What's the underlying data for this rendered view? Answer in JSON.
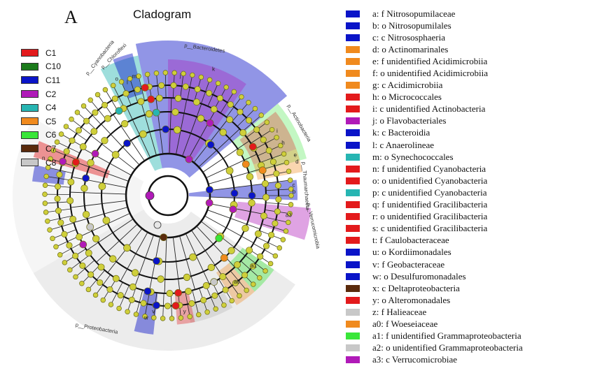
{
  "panel_letter": "A",
  "title": "Cladogram",
  "colors": {
    "C1": "#e31a1c",
    "C10": "#1a7a1a",
    "C11": "#0a14c8",
    "C2": "#b01ab8",
    "C4": "#27b5b2",
    "C5": "#f08a1e",
    "C6": "#39e639",
    "C7": "#5a2a0c",
    "C8": "#c8c8c8",
    "node": "#cfcf3a",
    "node_edge": "#6b6b1a"
  },
  "groups": [
    {
      "name": "C1",
      "key": "C1"
    },
    {
      "name": "C10",
      "key": "C10"
    },
    {
      "name": "C11",
      "key": "C11"
    },
    {
      "name": "C2",
      "key": "C2"
    },
    {
      "name": "C4",
      "key": "C4"
    },
    {
      "name": "C5",
      "key": "C5"
    },
    {
      "name": "C6",
      "key": "C6"
    },
    {
      "name": "C7",
      "key": "C7"
    },
    {
      "name": "C8",
      "key": "C8"
    }
  ],
  "taxa": [
    {
      "label": "a: f Nitrosopumilaceae",
      "key": "C11"
    },
    {
      "label": "b: o Nitrosopumilales",
      "key": "C11"
    },
    {
      "label": "c: c Nitrososphaeria",
      "key": "C11"
    },
    {
      "label": "d: o Actinomarinales",
      "key": "C5"
    },
    {
      "label": "e: f unidentified Acidimicrobiia",
      "key": "C5"
    },
    {
      "label": "f: o unidentified Acidimicrobiia",
      "key": "C5"
    },
    {
      "label": "g: c Acidimicrobiia",
      "key": "C5"
    },
    {
      "label": "h: o Micrococcales",
      "key": "C1"
    },
    {
      "label": "i: c unidentified Actinobacteria",
      "key": "C1"
    },
    {
      "label": "j: o Flavobacteriales",
      "key": "C2"
    },
    {
      "label": "k: c Bacteroidia",
      "key": "C11"
    },
    {
      "label": "l: c Anaerolineae",
      "key": "C11"
    },
    {
      "label": "m: o Synechococcales",
      "key": "C4"
    },
    {
      "label": "n: f unidentified Cyanobacteria",
      "key": "C1"
    },
    {
      "label": "o: o unidentified Cyanobacteria",
      "key": "C1"
    },
    {
      "label": "p: c unidentified Cyanobacteria",
      "key": "C4"
    },
    {
      "label": "q: f unidentified Gracilibacteria",
      "key": "C1"
    },
    {
      "label": "r: o unidentified Gracilibacteria",
      "key": "C1"
    },
    {
      "label": "s: c unidentified Gracilibacteria",
      "key": "C1"
    },
    {
      "label": "t: f Caulobacteraceae",
      "key": "C1"
    },
    {
      "label": "u: o Kordiimonadales",
      "key": "C11"
    },
    {
      "label": "v: f Geobacteraceae",
      "key": "C11"
    },
    {
      "label": "w: o Desulfuromonadales",
      "key": "C11"
    },
    {
      "label": "x: c Deltaproteobacteria",
      "key": "C7"
    },
    {
      "label": "y: o Alteromonadales",
      "key": "C1"
    },
    {
      "label": "z: f Halieaceae",
      "key": "C8"
    },
    {
      "label": "a0: f Woeseiaceae",
      "key": "C5"
    },
    {
      "label": "a1: f unidentified Grammaproteobacteria",
      "key": "C6"
    },
    {
      "label": "a2: o unidentified Grammaproteobacteria",
      "key": "C8"
    },
    {
      "label": "a3: c Verrucomicrobiae",
      "key": "C2"
    }
  ],
  "phyla": [
    {
      "label": "p__Bacteroidetes",
      "key": "C11"
    },
    {
      "label": "p__Actinobacteria",
      "key": "C6"
    },
    {
      "label": "p__Chloroflexi",
      "key": "C11"
    },
    {
      "label": "p__Cyanobacteria",
      "key": "C4"
    },
    {
      "label": "p__Thaumarchaeota",
      "key": "C11"
    },
    {
      "label": "p__Verrucomicrobia",
      "key": "C2"
    },
    {
      "label": "p__Proteobacteria",
      "key": "C8"
    }
  ],
  "sector_letters": [
    {
      "text": "k",
      "key": "C11"
    },
    {
      "text": "j",
      "key": "C2"
    },
    {
      "text": "h",
      "key": "C1"
    },
    {
      "text": "i",
      "key": "C1"
    },
    {
      "text": "e",
      "key": "C5"
    },
    {
      "text": "d",
      "key": "C5"
    },
    {
      "text": "c",
      "key": "C11"
    },
    {
      "text": "b",
      "key": "C11"
    },
    {
      "text": "a3",
      "key": "C2"
    },
    {
      "text": "a1",
      "key": "C6"
    },
    {
      "text": "a0",
      "key": "C5"
    },
    {
      "text": "y",
      "key": "C1"
    },
    {
      "text": "w",
      "key": "C11"
    },
    {
      "text": "v",
      "key": "C11"
    },
    {
      "text": "n",
      "key": "C1"
    },
    {
      "text": "l",
      "key": "C11"
    },
    {
      "text": "m",
      "key": "C4"
    },
    {
      "text": "o",
      "key": "C1"
    }
  ]
}
